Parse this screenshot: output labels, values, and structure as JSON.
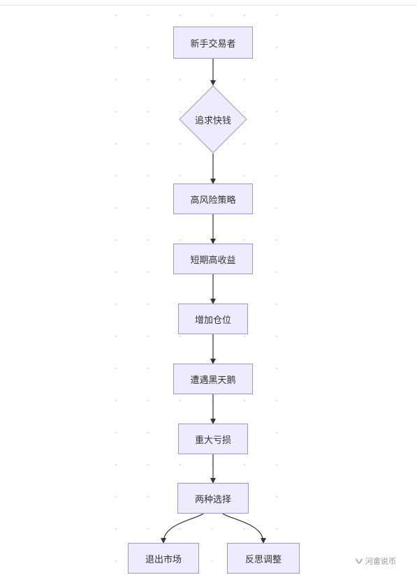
{
  "diagram": {
    "type": "flowchart",
    "direction": "top-down",
    "colors": {
      "node_fill": "#ececfe",
      "node_stroke": "#9c97d4",
      "edge": "#333333",
      "text": "#333333"
    },
    "nodes": [
      {
        "id": "n1",
        "label": "新手交易者",
        "shape": "rect"
      },
      {
        "id": "n2",
        "label": "追求快钱",
        "shape": "diamond"
      },
      {
        "id": "n3",
        "label": "高风险策略",
        "shape": "rect"
      },
      {
        "id": "n4",
        "label": "短期高收益",
        "shape": "rect"
      },
      {
        "id": "n5",
        "label": "增加仓位",
        "shape": "rect"
      },
      {
        "id": "n6",
        "label": "遭遇黑天鹅",
        "shape": "rect"
      },
      {
        "id": "n7",
        "label": "重大亏损",
        "shape": "rect"
      },
      {
        "id": "n8",
        "label": "两种选择",
        "shape": "rect"
      },
      {
        "id": "n9",
        "label": "退出市场",
        "shape": "rect"
      },
      {
        "id": "n10",
        "label": "反思调整",
        "shape": "rect"
      }
    ],
    "edges": [
      {
        "from": "n1",
        "to": "n2"
      },
      {
        "from": "n2",
        "to": "n3"
      },
      {
        "from": "n3",
        "to": "n4"
      },
      {
        "from": "n4",
        "to": "n5"
      },
      {
        "from": "n5",
        "to": "n6"
      },
      {
        "from": "n6",
        "to": "n7"
      },
      {
        "from": "n7",
        "to": "n8"
      },
      {
        "from": "n8",
        "to": "n9"
      },
      {
        "from": "n8",
        "to": "n10"
      }
    ]
  },
  "watermark": {
    "text": "河畲说币",
    "icon": "wechat-channel-icon"
  }
}
